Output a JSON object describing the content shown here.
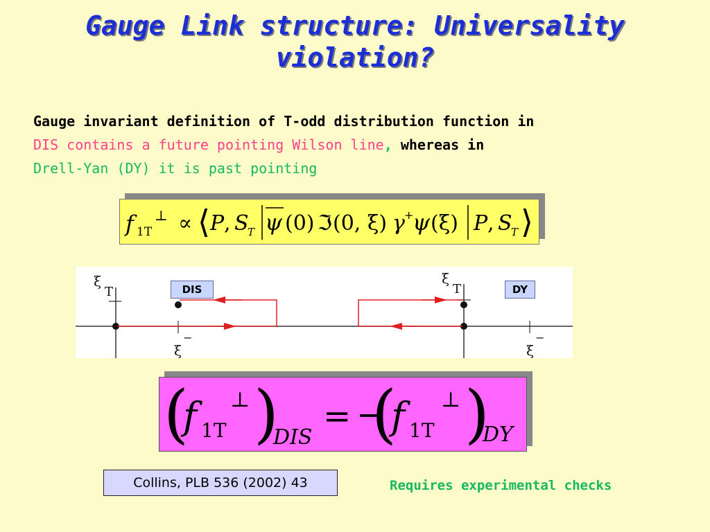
{
  "slide": {
    "title_line1": "Gauge Link structure: Universality",
    "title_line2": "violation?",
    "intro": {
      "part1": "Gauge invariant definition of T-odd distribution function in",
      "part2_pink": "DIS contains a future pointing Wilson line",
      "part2_comma": ",",
      "part2_black": " whereas in",
      "part3_green": "Drell-Yan (DY) it is past pointing"
    },
    "diagram": {
      "dis_label": "DIS",
      "dy_label": "DY",
      "xi_symbol": "ξ",
      "xi_T": "T",
      "perp_symbol": "⊥",
      "minus_symbol": "−"
    },
    "formula1": {
      "f": "f",
      "sub": "1T",
      "sup": "⊥",
      "prop": "∝",
      "langle": "⟨",
      "P": "P",
      "S": "S",
      "T": "T",
      "bar_psi": "ψ",
      "zero_arg": "(0)",
      "frak": "ℑ",
      "arg2": "(0, ξ)",
      "gamma": "γ",
      "plus": "+",
      "psi": "ψ",
      "xi_arg": "(ξ)",
      "rangle": "⟩",
      "comma": ","
    },
    "formula2": {
      "lhs_sub": "DIS",
      "rhs_sub": "DY",
      "eq": "=",
      "minus": "−",
      "f": "f",
      "sub": "1T",
      "sup": "⊥"
    },
    "collins_ref": "Collins, PLB 536 (2002) 43",
    "requires_note": "Requires experimental checks"
  }
}
